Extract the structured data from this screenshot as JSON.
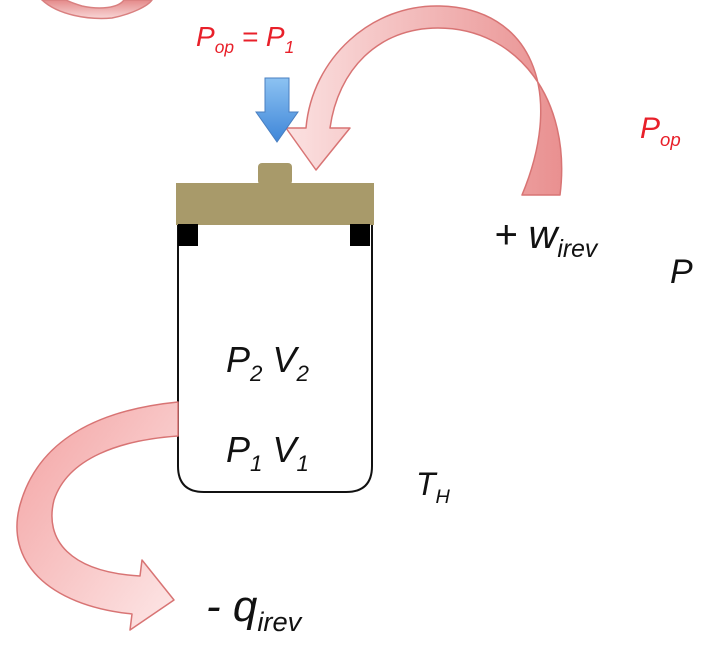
{
  "labels": {
    "pop_eq_p1": {
      "main": "P",
      "sub": "op",
      "eq": " = P",
      "sub2": "1"
    },
    "pop_right": {
      "main": "P",
      "sub": "op"
    },
    "work": {
      "main": "+ w",
      "sub": "irev"
    },
    "p_right": "P",
    "state2": {
      "p": "P",
      "p_sub": "2",
      "v": "V",
      "v_sub": "2"
    },
    "state1": {
      "p": "P",
      "p_sub": "1",
      "v": "V",
      "v_sub": "1"
    },
    "temp": {
      "main": "T",
      "sub": "H"
    },
    "heat": {
      "main": "- q",
      "sub": "irev"
    }
  },
  "colors": {
    "label_red": "#e8202a",
    "arrow_fill": "#f2a7a7",
    "arrow_edge": "#d97a7a",
    "piston": "#a89a6a",
    "push_arrow": "#5a9be0",
    "stops": "#000000"
  },
  "icons": {
    "push_arrow": "blue-down-arrow-icon",
    "work_arrow": "curved-red-arrow-icon",
    "heat_arrow": "curved-red-arrow-icon"
  }
}
